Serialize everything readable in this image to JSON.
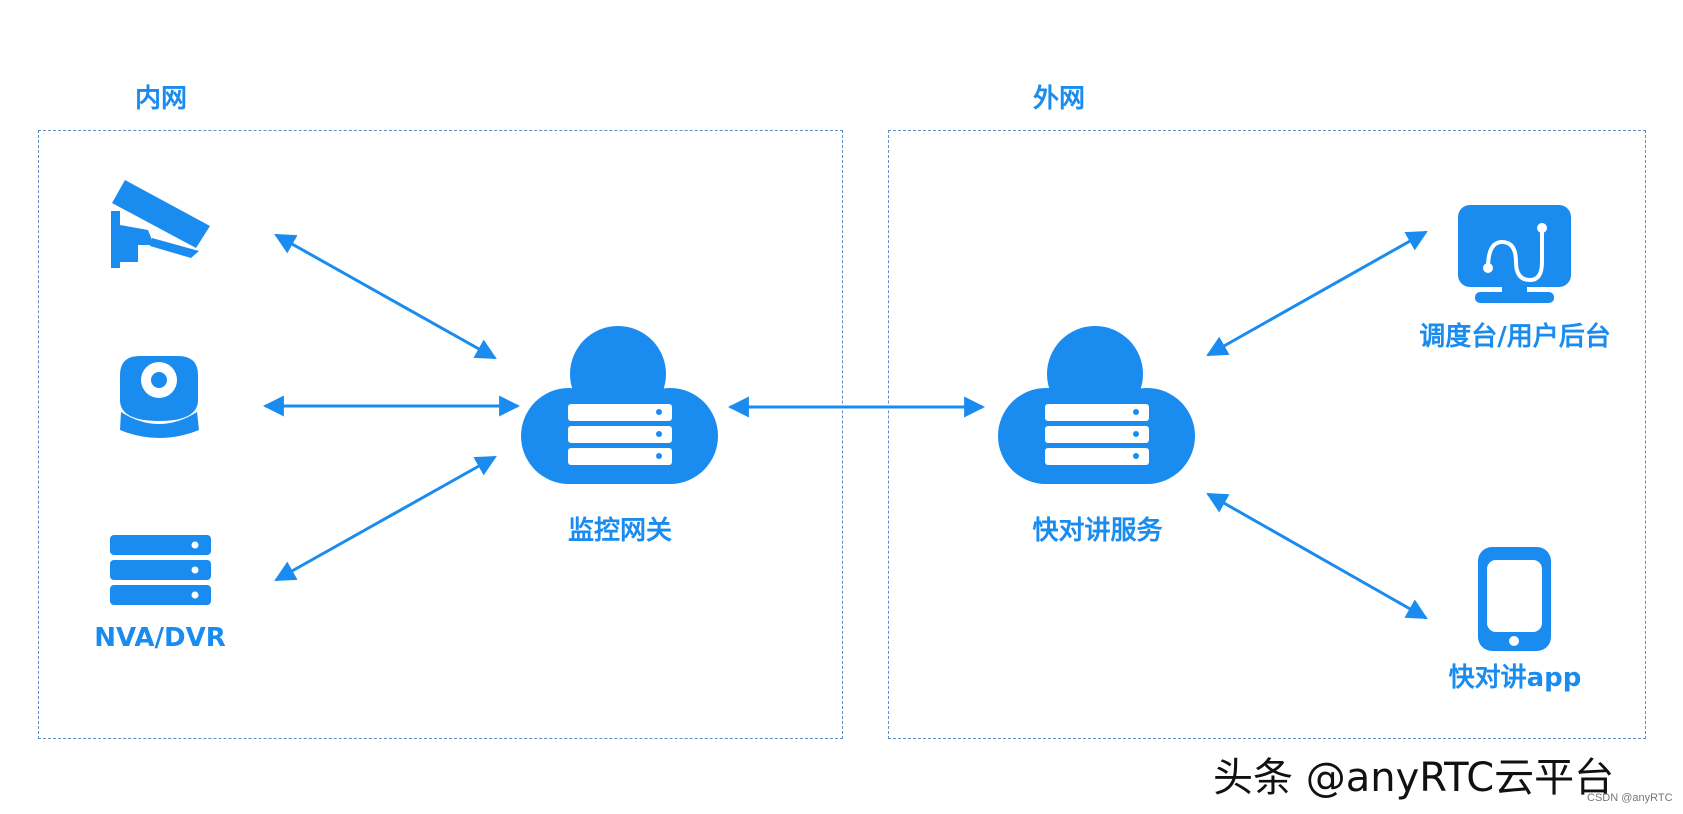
{
  "zones": {
    "inner_title": "内网",
    "outer_title": "外网"
  },
  "nodes": {
    "nvr_label": "NVA/DVR",
    "gateway_label": "监控网关",
    "ptt_service_label": "快对讲服务",
    "dispatch_label": "调度台/用户后台",
    "app_label": "快对讲app"
  },
  "icons": {
    "camera": "cctv-camera-icon",
    "dome_camera": "dome-camera-icon",
    "nvr": "server-stack-icon",
    "gateway": "cloud-server-icon",
    "ptt_service": "cloud-server-icon",
    "dispatch": "monitor-icon",
    "app": "smartphone-icon"
  },
  "watermark": {
    "main": "头条 @anyRTC云平台",
    "small": "CSDN @anyRTC"
  },
  "colors": {
    "accent": "#1a8cf0",
    "zone_border": "#5b8fc7"
  }
}
